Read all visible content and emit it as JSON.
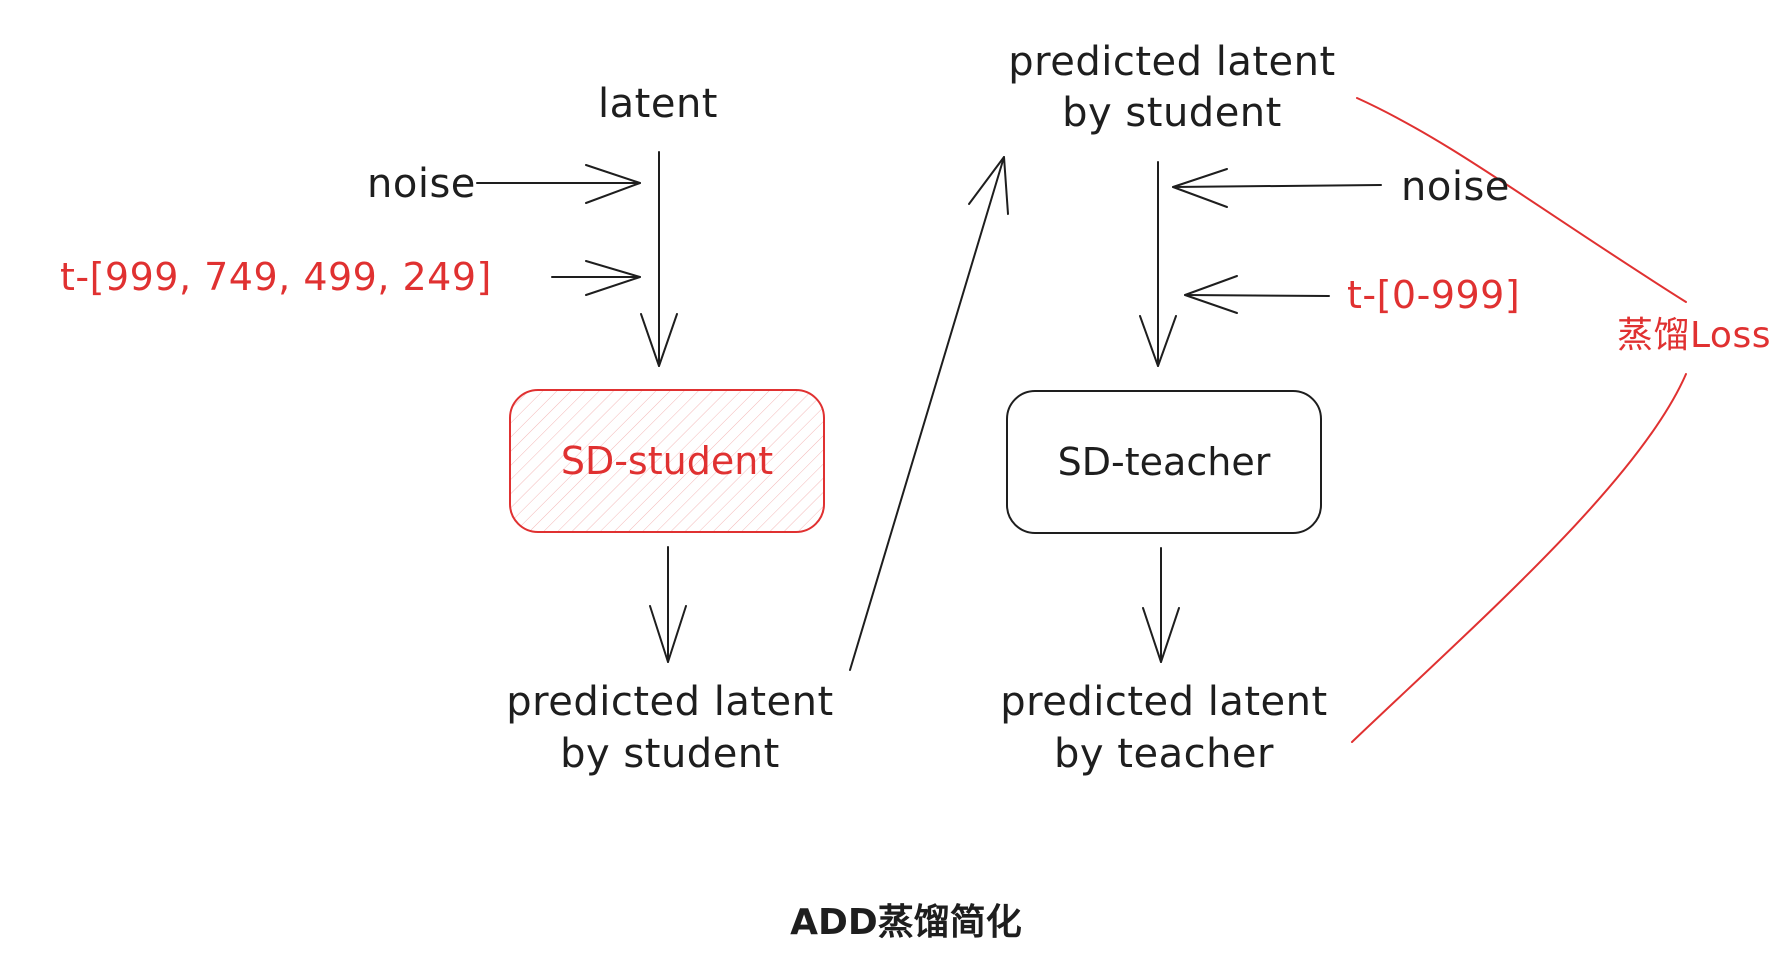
{
  "diagram": {
    "title": "ADD蒸馏简化",
    "colors": {
      "ink": "#1e1e1e",
      "accent": "#e03131"
    },
    "student_flow": {
      "input": "latent",
      "noise": "noise",
      "timesteps": "t-[999, 749, 499, 249]",
      "model": "SD-student",
      "output_line1": "predicted latent",
      "output_line2": "by student"
    },
    "teacher_flow": {
      "input_line1": "predicted latent",
      "input_line2": "by student",
      "noise": "noise",
      "timesteps": "t-[0-999]",
      "model": "SD-teacher",
      "output_line1": "predicted latent",
      "output_line2": "by teacher"
    },
    "loss_label": "蒸馏Loss"
  }
}
